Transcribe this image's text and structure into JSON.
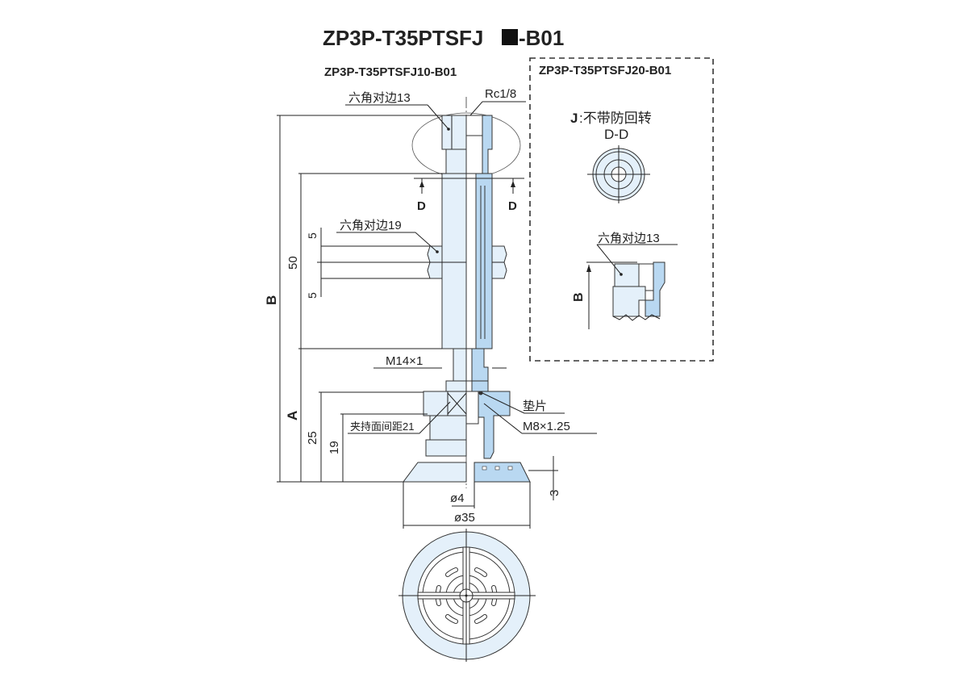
{
  "title": {
    "prefix": "ZP3P-T35PTSFJ",
    "suffix": "-B01"
  },
  "main_view": {
    "subtitle": "ZP3P-T35PTSFJ10-B01",
    "labels": {
      "hex_top": "六角对边13",
      "port": "Rc1/8",
      "section_mark_left": "D",
      "section_mark_right": "D",
      "hex_nut": "六角对边19",
      "dim_5_top": "5",
      "dim_5_bottom": "5",
      "dim_50": "50",
      "dim_B": "B",
      "dim_A": "A",
      "thread_m14": "M14×1",
      "gasket": "垫片",
      "thread_m8": "M8×1.25",
      "clamp_width": "夹持面间距21",
      "dim_25": "25",
      "dim_19": "19",
      "dim_3": "3",
      "dia_4": "ø4",
      "dia_35": "ø35"
    }
  },
  "inset": {
    "subtitle": "ZP3P-T35PTSFJ20-B01",
    "note_code": "J",
    "note_text": ":不带防回转",
    "section": "D-D",
    "hex_label": "六角对边13",
    "dim_B": "B"
  }
}
